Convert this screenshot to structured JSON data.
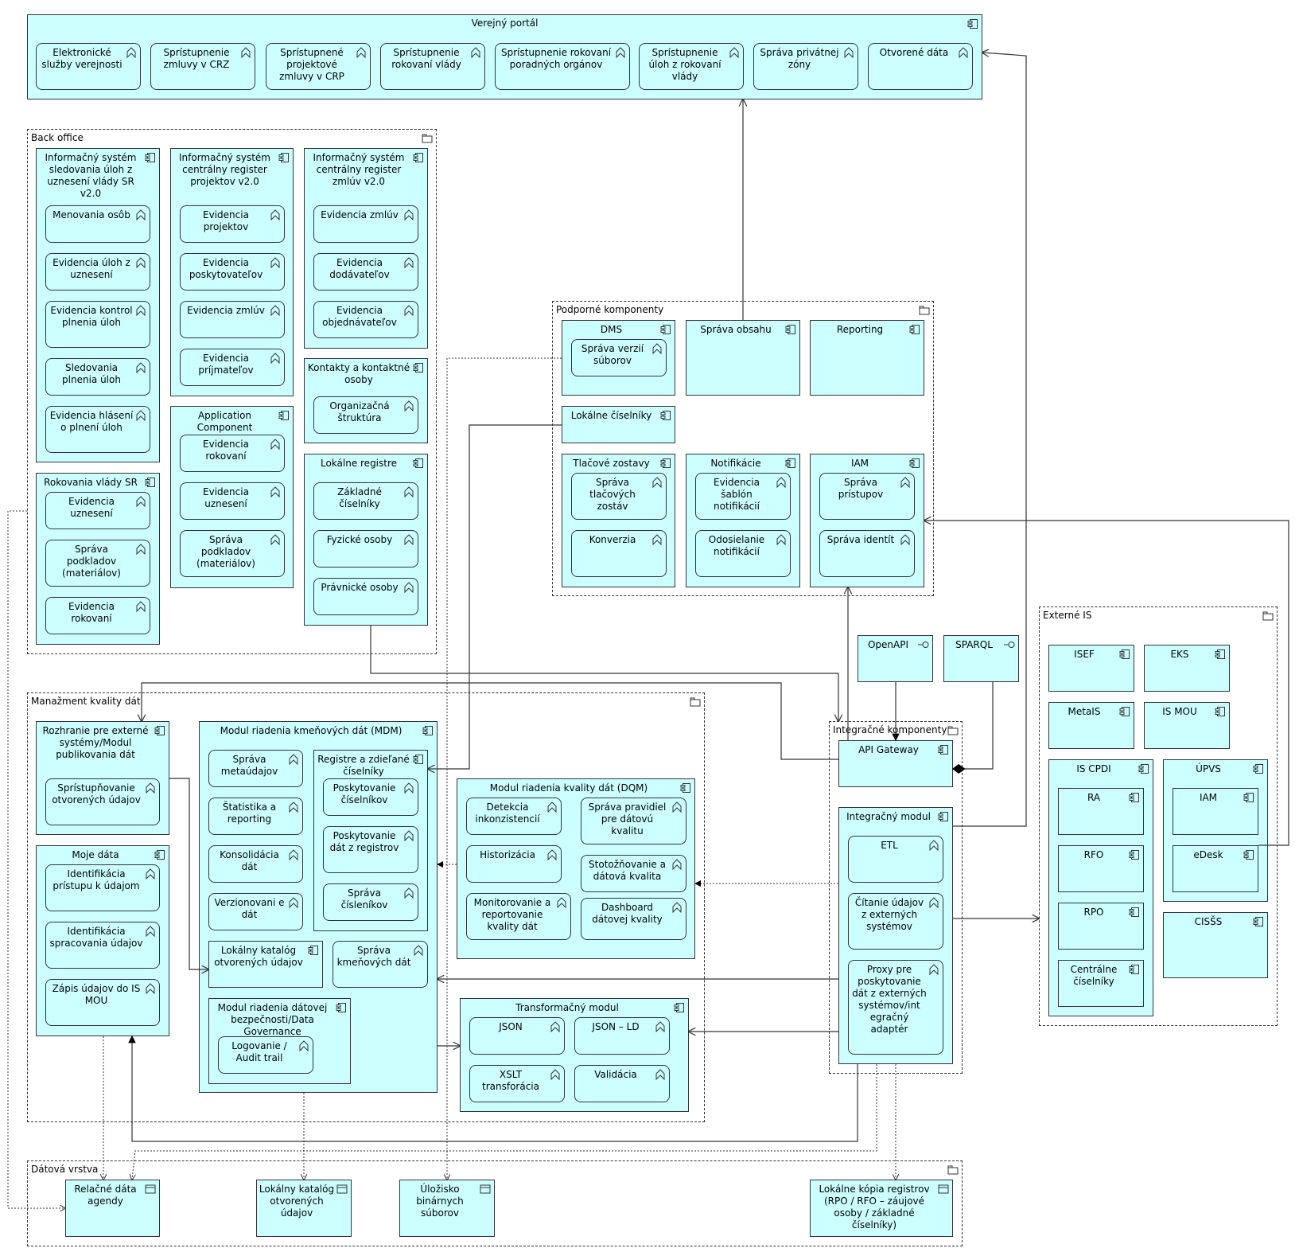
{
  "groups": {
    "portal": "Verejný portál",
    "backoffice": "Back office",
    "podporne": "Podporné komponenty",
    "kvalita": "Manažment kvality dát",
    "integracne": "Integračné komponenty",
    "externe": "Externé IS",
    "datova": "Dátová vrstva"
  },
  "portal_functions": [
    "Elektronické služby verejnosti",
    "Sprístupnenie zmluvy v CRZ",
    "Sprístupnené projektové zmluvy v CRP",
    "Sprístupnenie rokovaní vlády",
    "Sprístupnenie rokovaní poradných orgánov",
    "Sprístupnenie úloh z rokovaní vlády",
    "Správa privátnej zóny",
    "Otvorené dáta"
  ],
  "backoffice": {
    "is_ulohy": {
      "title": "Informačný systém sledovania úloh z uznesení vlády SR v2.0",
      "items": [
        "Menovania osôb",
        "Evidencia úloh z uznesení",
        "Evidencia kontrol plnenia úloh",
        "Sledovania plnenia úloh",
        "Evidencia hlásení o plnení úloh"
      ]
    },
    "rokovania": {
      "title": "Rokovania vlády SR",
      "items": [
        "Evidencia uznesení",
        "Správa podkladov (materiálov)",
        "Evidencia rokovaní"
      ]
    },
    "crp": {
      "title": "Informačný systém centrálny register projektov v2.0",
      "items": [
        "Evidencia projektov",
        "Evidencia poskytovateľov",
        "Evidencia zmlúv",
        "Evidencia príjmateľov"
      ]
    },
    "appcomp": {
      "title": "Application Component",
      "items": [
        "Evidencia rokovaní",
        "Evidencia uznesení",
        "Správa podkladov (materiálov)"
      ]
    },
    "crz": {
      "title": "Informačný systém centrálny register zmlúv v2.0",
      "items": [
        "Evidencia zmlúv",
        "Evidencia dodávateľov",
        "Evidencia objednávateľov"
      ]
    },
    "kontakty": {
      "title": "Kontakty a kontaktné osoby",
      "items": [
        "Organizačná štruktúra"
      ]
    },
    "registre": {
      "title": "Lokálne registre",
      "items": [
        "Základné číselníky",
        "Fyzické osoby",
        "Právnické osoby"
      ]
    }
  },
  "podporne": {
    "dms": {
      "title": "DMS",
      "items": [
        "Správa verzií súborov"
      ]
    },
    "obsah": {
      "title": "Správa obsahu"
    },
    "reporting": {
      "title": "Reporting"
    },
    "ciselniky": {
      "title": "Lokálne číselníky"
    },
    "tlac": {
      "title": "Tlačové zostavy",
      "items": [
        "Správa tlačových zostáv",
        "Konverzia"
      ]
    },
    "notif": {
      "title": "Notifikácie",
      "items": [
        "Evidencia šablón notifikácií",
        "Odosielanie notifikácií"
      ]
    },
    "iam": {
      "title": "IAM",
      "items": [
        "Správa prístupov",
        "Správa identít"
      ]
    }
  },
  "interfaces": {
    "openapi": "OpenAPI",
    "sparql": "SPARQL"
  },
  "kvalita": {
    "rozhranie": {
      "title": "Rozhranie pre externé systémy/Modul publikovania dát",
      "items": [
        "Sprístupňovanie otvorených údajov"
      ]
    },
    "mojedata": {
      "title": "Moje dáta",
      "items": [
        "Identifikácia prístupu k údajom",
        "Identifikácia spracovania údajov",
        "Zápis údajov do IS MOU"
      ]
    },
    "mdm": {
      "title": "Modul riadenia kmeňových dát (MDM)",
      "items": [
        "Správa metaúdajov",
        "Štatistika a reporting",
        "Konsolidácia dát",
        "Verzionovani e dát",
        "Správa kmeňových dát"
      ]
    },
    "registre_zdielane": {
      "title": "Registre a zdieľané číselníky",
      "items": [
        "Poskytovanie číselníkov",
        "Poskytovanie dát z registrov",
        "Správa čísleníkov"
      ]
    },
    "katalog": {
      "title": "Lokálny katalóg otvorených údajov"
    },
    "dgov": {
      "title": "Modul riadenia dátovej bezpečnosti/Data Governance",
      "items": [
        "Logovanie / Audit trail"
      ]
    },
    "dqm": {
      "title": "Modul riadenia kvality dát (DQM)",
      "items": [
        "Detekcia inkonzistencií",
        "Správa pravidiel pre dátovú kvalitu",
        "Historizácia",
        "Stotožňovanie a dátová kvalita",
        "Monitorovanie a reportovanie kvality dát",
        "Dashboard dátovej kvality"
      ]
    },
    "transform": {
      "title": "Transformačný modul",
      "items": [
        "JSON",
        "JSON – LD",
        "XSLT transforácia",
        "Validácia"
      ]
    }
  },
  "integracne": {
    "gateway": {
      "title": "API Gateway"
    },
    "modul": {
      "title": "Integračný modul",
      "items": [
        "ETL",
        "Čítanie údajov z externých systémov",
        "Proxy pre poskytovanie dát z externých systémov/int egračný adaptér"
      ]
    }
  },
  "externe": {
    "isef": "ISEF",
    "eks": "EKS",
    "metais": "MetaIS",
    "ismou": "IS MOU",
    "iscpdi": {
      "title": "IS CPDI",
      "items": [
        "RA",
        "RFO",
        "RPO",
        "Centrálne číselníky"
      ]
    },
    "upvs": {
      "title": "ÚPVS",
      "items": [
        "IAM",
        "eDesk"
      ]
    },
    "cisss": "CISŠS"
  },
  "datova": {
    "items": [
      "Relačné dáta agendy",
      "Lokálny katalóg otvorených údajov",
      "Úložisko binárnych súborov",
      "Lokálne kópia registrov (RPO / RFO – záujové osoby / základné číselníky)"
    ]
  }
}
